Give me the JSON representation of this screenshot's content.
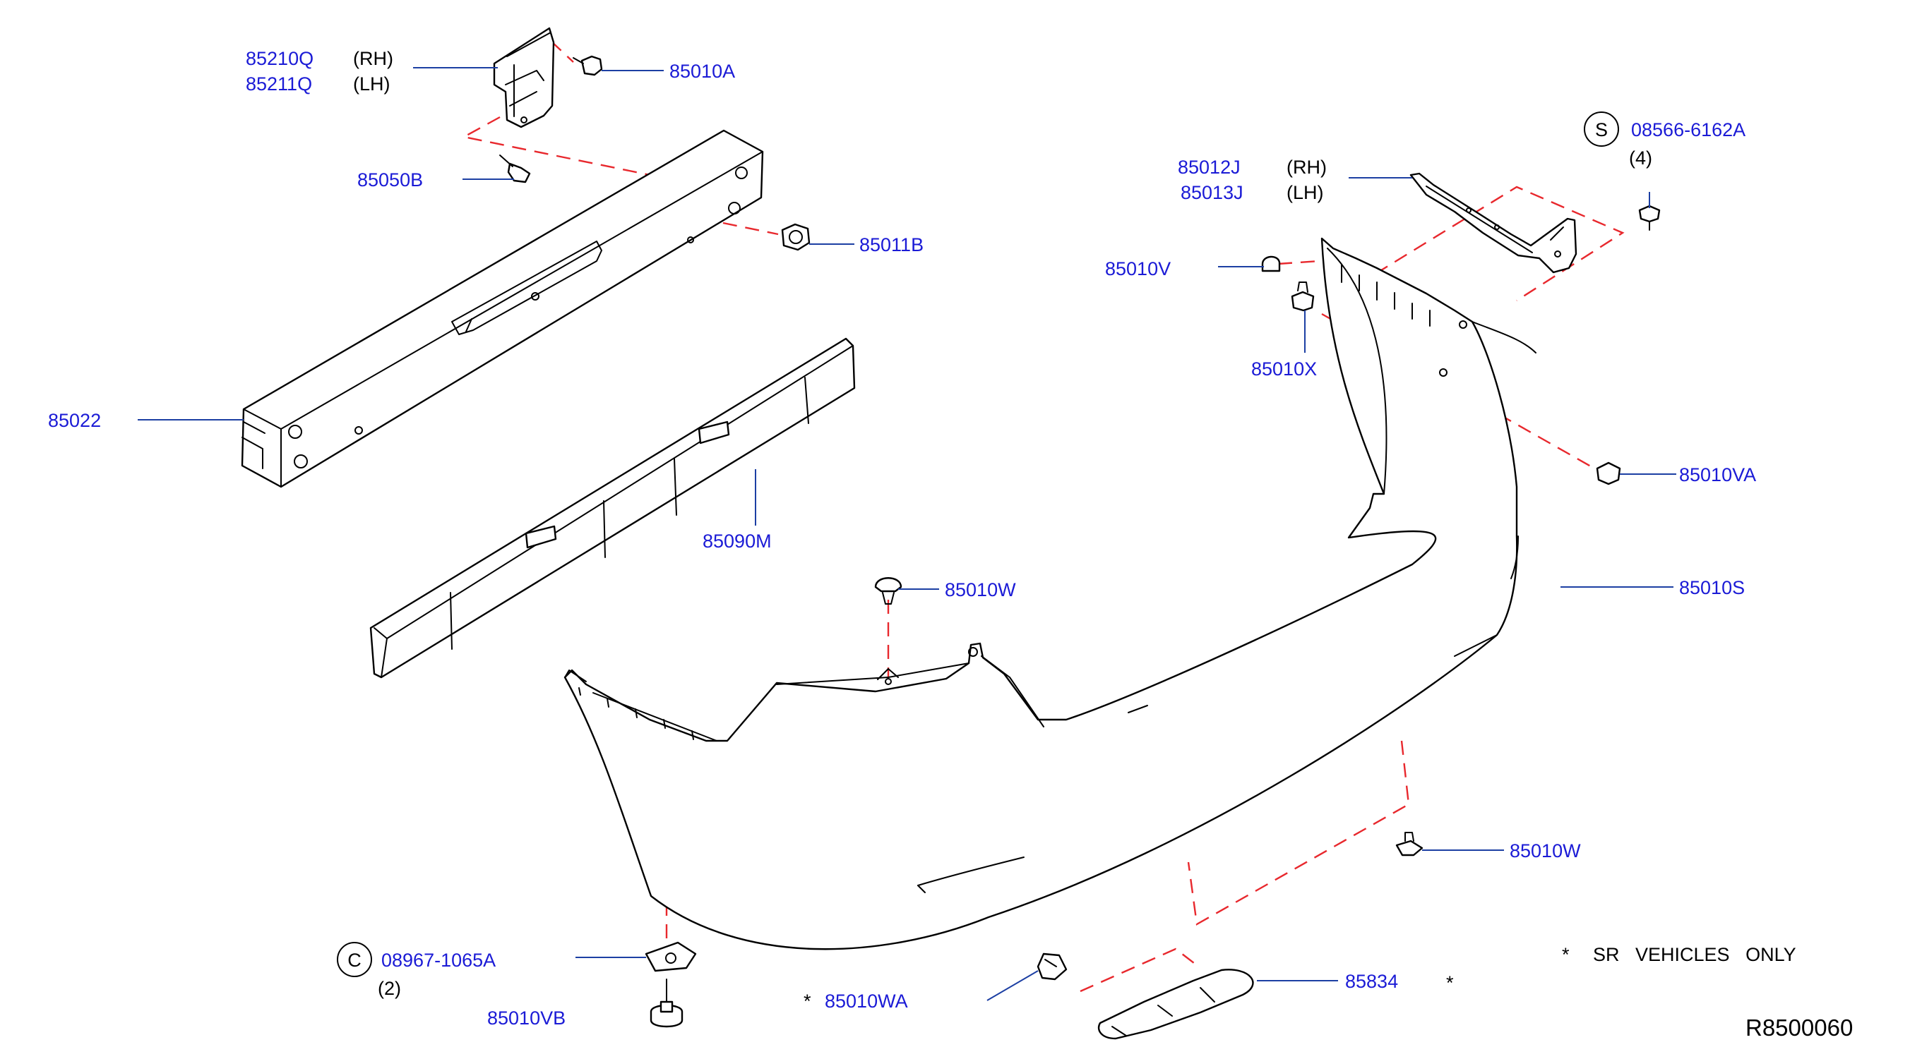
{
  "parts": {
    "p85210Q": "85210Q",
    "p85210Q_side": "(RH)",
    "p85211Q": "85211Q",
    "p85211Q_side": "(LH)",
    "p85010A": "85010A",
    "p85050B": "85050B",
    "p85011B": "85011B",
    "p85022": "85022",
    "p85090M": "85090M",
    "p85010W_top": "85010W",
    "p85012J": "85012J",
    "p85012J_side": "(RH)",
    "p85013J": "85013J",
    "p85013J_side": "(LH)",
    "p85010V": "85010V",
    "p85010X": "85010X",
    "p85010VA": "85010VA",
    "p85010S": "85010S",
    "p85010W_bottom": "85010W",
    "p85010WA": "85010WA",
    "p85010VB": "85010VB",
    "p85834": "85834"
  },
  "std_parts": {
    "s_symbol": "S",
    "s_number": "08566-6162A",
    "s_qty": "(4)",
    "c_symbol": "C",
    "c_number": "08967-1065A",
    "c_qty": "(2)"
  },
  "notes": {
    "asterisk_wa": "*",
    "asterisk_834": "*",
    "footnote_star": "*",
    "footnote_text": "SR   VEHICLES   ONLY"
  },
  "diagram_ref": "R8500060"
}
